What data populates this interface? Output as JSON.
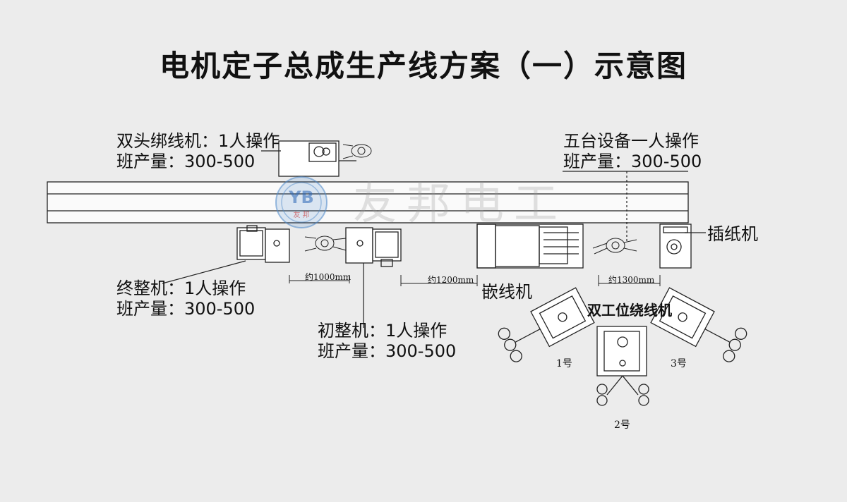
{
  "title": "电机定子总成生产线方案（一）示意图",
  "watermark": "友邦电工",
  "logo": {
    "mark": "YB",
    "text": "友 邦"
  },
  "stations": {
    "binding": {
      "name": "双头绑线机：1人操作",
      "output": "班产量：300-500"
    },
    "five": {
      "name": "五台设备一人操作",
      "output": "班产量：300-500"
    },
    "final_shaping": {
      "name": "终整机：1人操作",
      "output": "班产量：300-500"
    },
    "initial_shaping": {
      "name": "初整机：1人操作",
      "output": "班产量：300-500"
    },
    "inserting": {
      "name": "嵌线机"
    },
    "paper": {
      "name": "插纸机"
    },
    "winding": {
      "name": "双工位绕线机",
      "units": [
        "1号",
        "2号",
        "3号"
      ]
    }
  },
  "dimensions": [
    "约1000mm",
    "约1200mm",
    "约1300mm"
  ],
  "colors": {
    "line": "#222222",
    "background": "#ececec",
    "logo": "#4a86c8"
  }
}
